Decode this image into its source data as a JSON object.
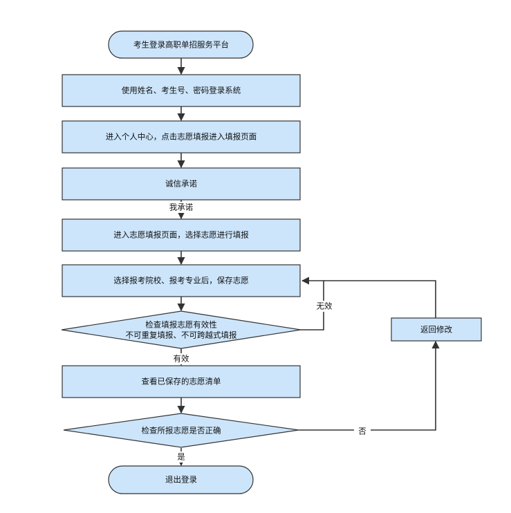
{
  "nodes": {
    "start": "考生登录高职单招服务平台",
    "login": "使用姓名、考生号、密码登录系统",
    "enter_center": "进入个人中心，点击志愿填报进入填报页面",
    "integrity": "诚信承诺",
    "fill_page": "进入志愿填报页面，选择志愿进行填报",
    "choose_save": "选择报考院校、报考专业后，保存志愿",
    "check_validity_line1": "检查填报志愿有效性",
    "check_validity_line2": "不可重复填报、不可跨越式填报",
    "view_list": "查看已保存的志愿清单",
    "check_correct": "检查所报志愿是否正确",
    "logout": "退出登录",
    "return_modify": "返回修改"
  },
  "edges": {
    "promise": "我承诺",
    "invalid": "无效",
    "valid": "有效",
    "no": "否",
    "yes": "是"
  },
  "colors": {
    "node_fill": "#cce5fb",
    "stroke": "#333333"
  }
}
